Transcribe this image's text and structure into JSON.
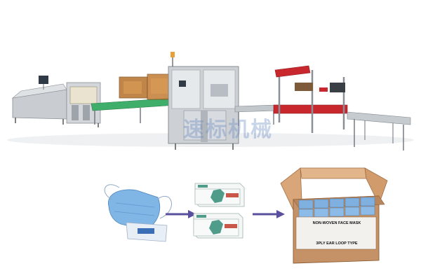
{
  "watermark_text": "速标机械",
  "carton": {
    "title": "NON-WOVEN FACE MASK",
    "subtitle": "3PLY EAR LOOP TYPE"
  },
  "colors": {
    "machine_steel": "#b9bec4",
    "machine_amber": "#b5702a",
    "conveyor_green": "#3fae6a",
    "taping_red": "#c8282d",
    "arrow_purple": "#5a4f9c",
    "mask_blue": "#7fb6e6",
    "box_green": "#4f9c8a",
    "carton_kraft": "#c49266"
  }
}
